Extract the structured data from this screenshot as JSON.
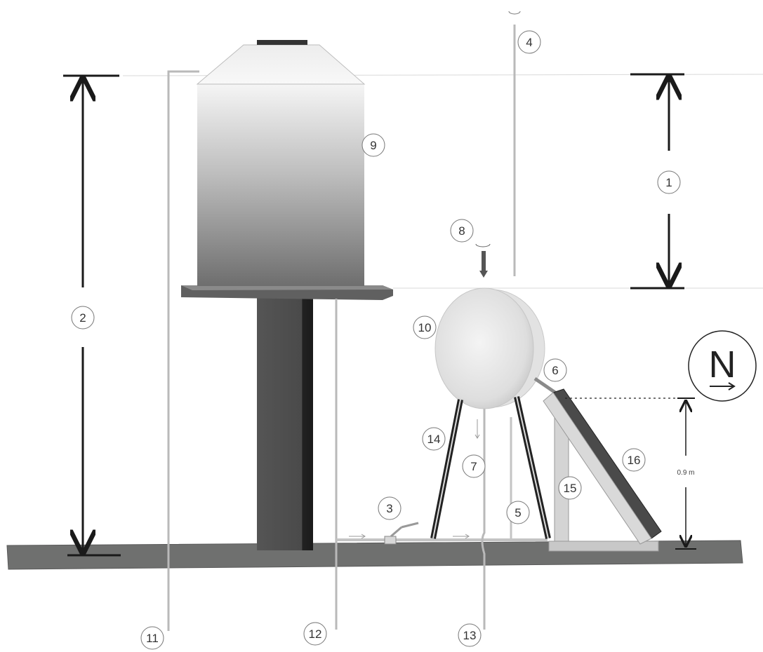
{
  "diagram": {
    "callouts": [
      {
        "id": "c1",
        "text": "1"
      },
      {
        "id": "c2",
        "text": "2"
      },
      {
        "id": "c3",
        "text": "3"
      },
      {
        "id": "c4",
        "text": "4"
      },
      {
        "id": "c5",
        "text": "5"
      },
      {
        "id": "c6",
        "text": "6"
      },
      {
        "id": "c7",
        "text": "7"
      },
      {
        "id": "c8",
        "text": "8"
      },
      {
        "id": "c9",
        "text": "9"
      },
      {
        "id": "c10",
        "text": "10"
      },
      {
        "id": "c11",
        "text": "11"
      },
      {
        "id": "c12",
        "text": "12"
      },
      {
        "id": "c13",
        "text": "13"
      },
      {
        "id": "c14",
        "text": "14"
      },
      {
        "id": "c15",
        "text": "15"
      },
      {
        "id": "c16",
        "text": "16"
      }
    ],
    "compass": {
      "letter": "N"
    },
    "dimension_label": "0.9 m",
    "colors": {
      "ground": "#6f706f",
      "pipe": "#b9b9b9",
      "dimension_line": "#1a1a1a",
      "collector_panel": "#4a4a4a"
    }
  }
}
